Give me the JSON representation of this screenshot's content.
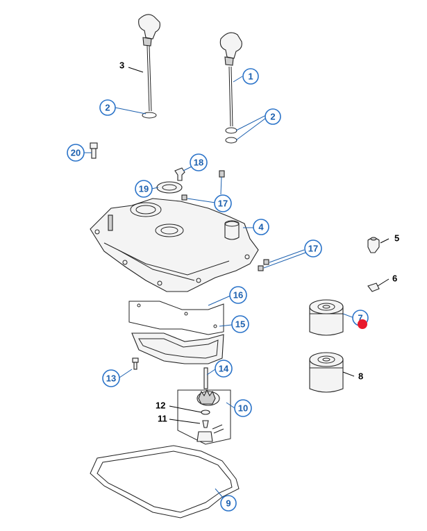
{
  "callouts": [
    {
      "id": "c1",
      "label": "1",
      "style": "circle"
    },
    {
      "id": "c2a",
      "label": "2",
      "style": "circle"
    },
    {
      "id": "c2b",
      "label": "2",
      "style": "circle"
    },
    {
      "id": "c3",
      "label": "3",
      "style": "plain"
    },
    {
      "id": "c4",
      "label": "4",
      "style": "circle"
    },
    {
      "id": "c5",
      "label": "5",
      "style": "plain"
    },
    {
      "id": "c6",
      "label": "6",
      "style": "plain"
    },
    {
      "id": "c7",
      "label": "7",
      "style": "circle"
    },
    {
      "id": "c8",
      "label": "8",
      "style": "plain"
    },
    {
      "id": "c9",
      "label": "9",
      "style": "circle"
    },
    {
      "id": "c10",
      "label": "10",
      "style": "circle"
    },
    {
      "id": "c11",
      "label": "11",
      "style": "plain"
    },
    {
      "id": "c12",
      "label": "12",
      "style": "plain"
    },
    {
      "id": "c13",
      "label": "13",
      "style": "circle"
    },
    {
      "id": "c14",
      "label": "14",
      "style": "circle"
    },
    {
      "id": "c15",
      "label": "15",
      "style": "circle"
    },
    {
      "id": "c16",
      "label": "16",
      "style": "circle"
    },
    {
      "id": "c17a",
      "label": "17",
      "style": "circle"
    },
    {
      "id": "c17b",
      "label": "17",
      "style": "circle"
    },
    {
      "id": "c18",
      "label": "18",
      "style": "circle"
    },
    {
      "id": "c19",
      "label": "19",
      "style": "circle"
    },
    {
      "id": "c20",
      "label": "20",
      "style": "circle"
    }
  ],
  "colors": {
    "callout": "#1b5fae",
    "callout_ring": "#2a73c9",
    "marker": "#e8192c",
    "background": "#ffffff"
  },
  "icons": {
    "highlight_marker": "red-dot"
  }
}
